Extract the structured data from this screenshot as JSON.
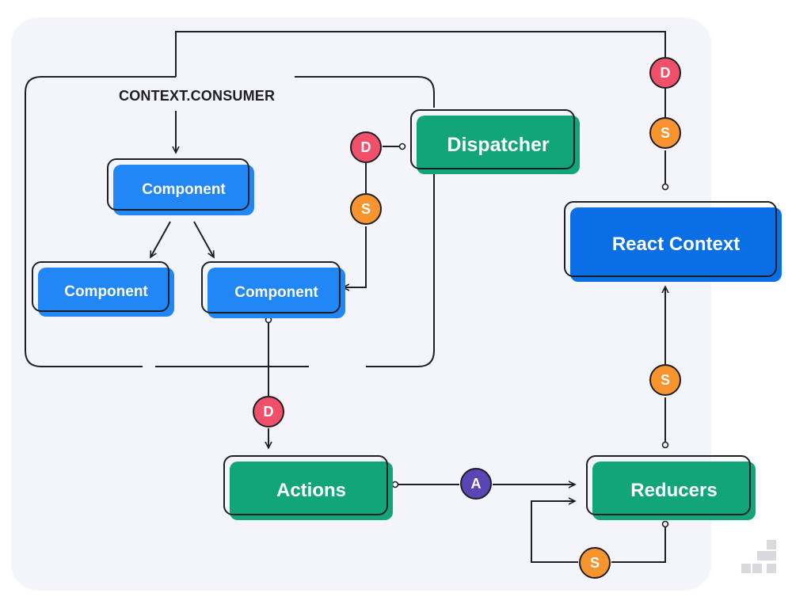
{
  "consumer_label": "CONTEXT.CONSUMER",
  "nodes": {
    "component_top": "Component",
    "component_left": "Component",
    "component_right": "Component",
    "dispatcher": "Dispatcher",
    "react_context": "React Context",
    "actions": "Actions",
    "reducers": "Reducers"
  },
  "badges": {
    "dispatch": "D",
    "state": "S",
    "action": "A"
  },
  "colors": {
    "component": "#2186f6",
    "green_node": "#12a579",
    "react_context": "#0a6fe4",
    "dispatch_badge": "#f0506a",
    "state_badge": "#f7942e",
    "action_badge": "#5a45b5",
    "background_panel": "#f4f4fb"
  }
}
